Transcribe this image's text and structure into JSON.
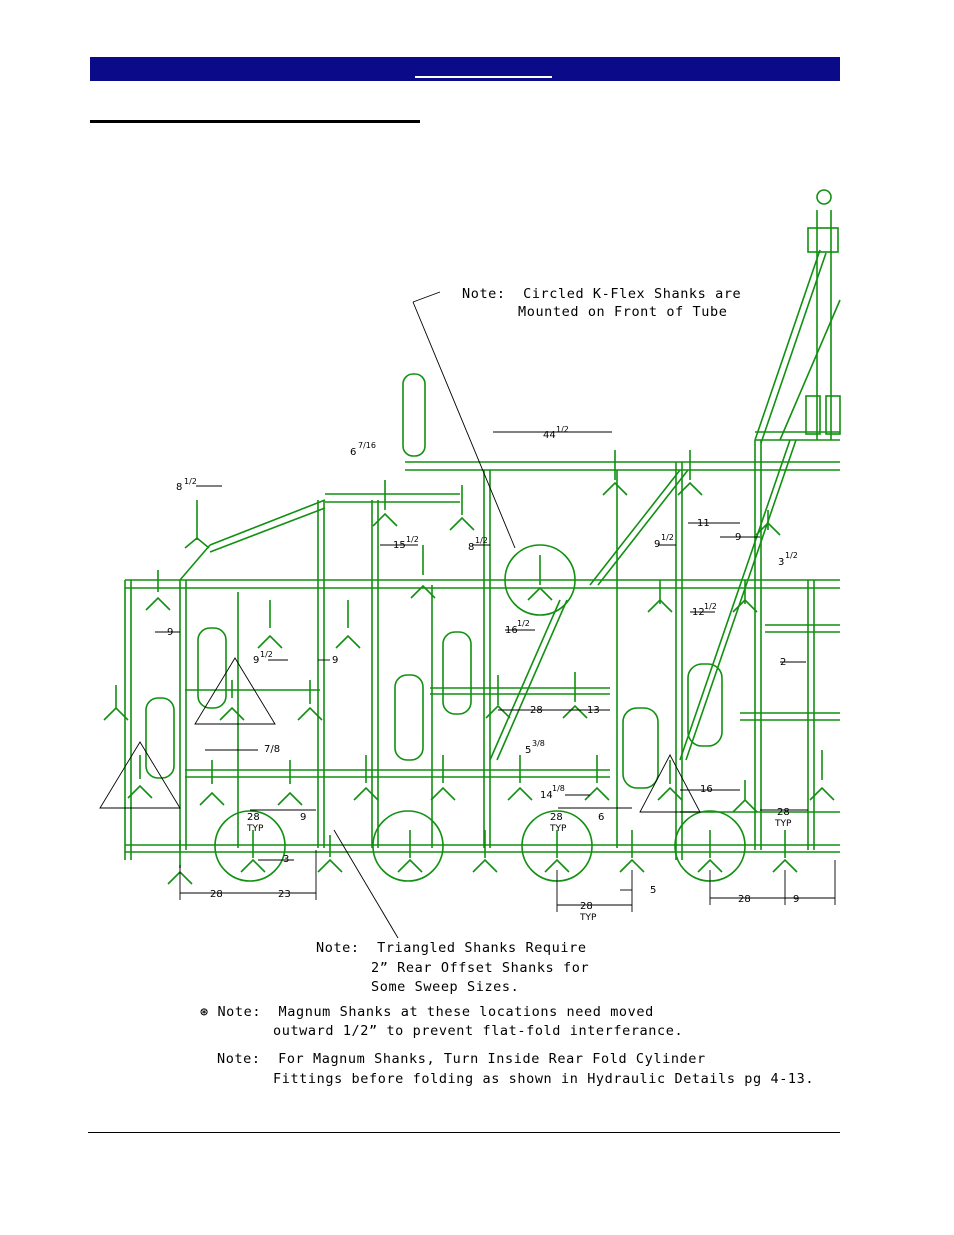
{
  "drawing": {
    "notes": {
      "kflex": [
        "Note:  Circled K-Flex Shanks are",
        "Mounted on Front of Tube"
      ],
      "triangled": [
        "Note:  Triangled Shanks Require",
        "2” Rear Offset Shanks for",
        "Some Sweep Sizes."
      ],
      "magnum_outward": [
        "⊛ Note:  Magnum Shanks at these locations need moved",
        "outward 1/2” to prevent flat-fold interferance."
      ],
      "magnum_fittings": [
        "Note:  For Magnum Shanks, Turn Inside Rear Fold Cylinder",
        "Fittings before folding as shown in Hydraulic Details pg 4-13."
      ]
    },
    "dimensions": {
      "d1": "8",
      "d1f": "1/2",
      "d2": "6",
      "d2f": "7/16",
      "d3": "44",
      "d3f": "1/2",
      "d4": "15",
      "d4f": "1/2",
      "d5": "8",
      "d5f": "1/2",
      "d6": "9",
      "d6f": "1/2",
      "d7": "11",
      "d8": "9",
      "d9": "3",
      "d9f": "1/2",
      "d10": "12",
      "d10f": "1/2",
      "d11": "16",
      "d11f": "1/2",
      "d12": "9",
      "d13": "9",
      "d13f": "1/2",
      "d14": "9",
      "d15": "2",
      "d16": "28",
      "d17": "13",
      "d18": "7/8",
      "d19": "5",
      "d19f": "3/8",
      "d20": "14",
      "d20f": "1/8",
      "d21": "16",
      "d22": "28",
      "d22t": "TYP",
      "d23": "9",
      "d24": "28",
      "d24t": "TYP",
      "d25": "6",
      "d26": "28",
      "d26t": "TYP",
      "d27": "3",
      "d28": "28",
      "d29": "23",
      "d30": "5",
      "d31": "28",
      "d31t": "TYP",
      "d32": "28",
      "d33": "9"
    }
  },
  "colors": {
    "header": "#0b0b8a",
    "frame": "#008000",
    "text": "#000000"
  }
}
